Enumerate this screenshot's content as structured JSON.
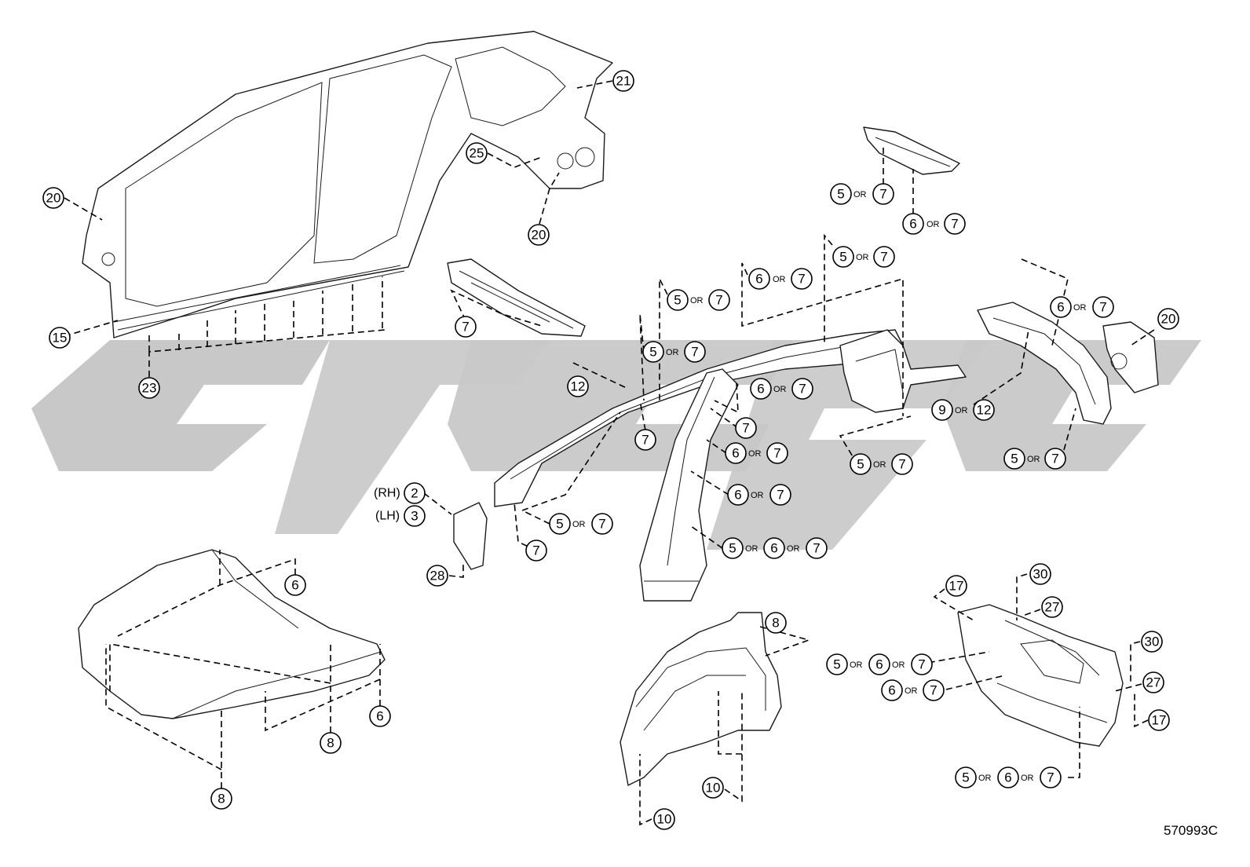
{
  "watermark": {
    "text": "SGC",
    "color": "#c8c8c8"
  },
  "connector_word": "OR",
  "side_labels": {
    "rh": "(RH)",
    "lh": "(LH)"
  },
  "figure_ref": "570993C",
  "callouts": {
    "c2": "2",
    "c3": "3",
    "c5": "5",
    "c6": "6",
    "c7": "7",
    "c8": "8",
    "c9": "9",
    "c10": "10",
    "c12": "12",
    "c15": "15",
    "c17": "17",
    "c20": "20",
    "c21": "21",
    "c23": "23",
    "c25": "25",
    "c27": "27",
    "c28": "28",
    "c30": "30"
  },
  "colors": {
    "line": "#000000",
    "watermark": "#c8c8c8",
    "background": "#ffffff"
  }
}
